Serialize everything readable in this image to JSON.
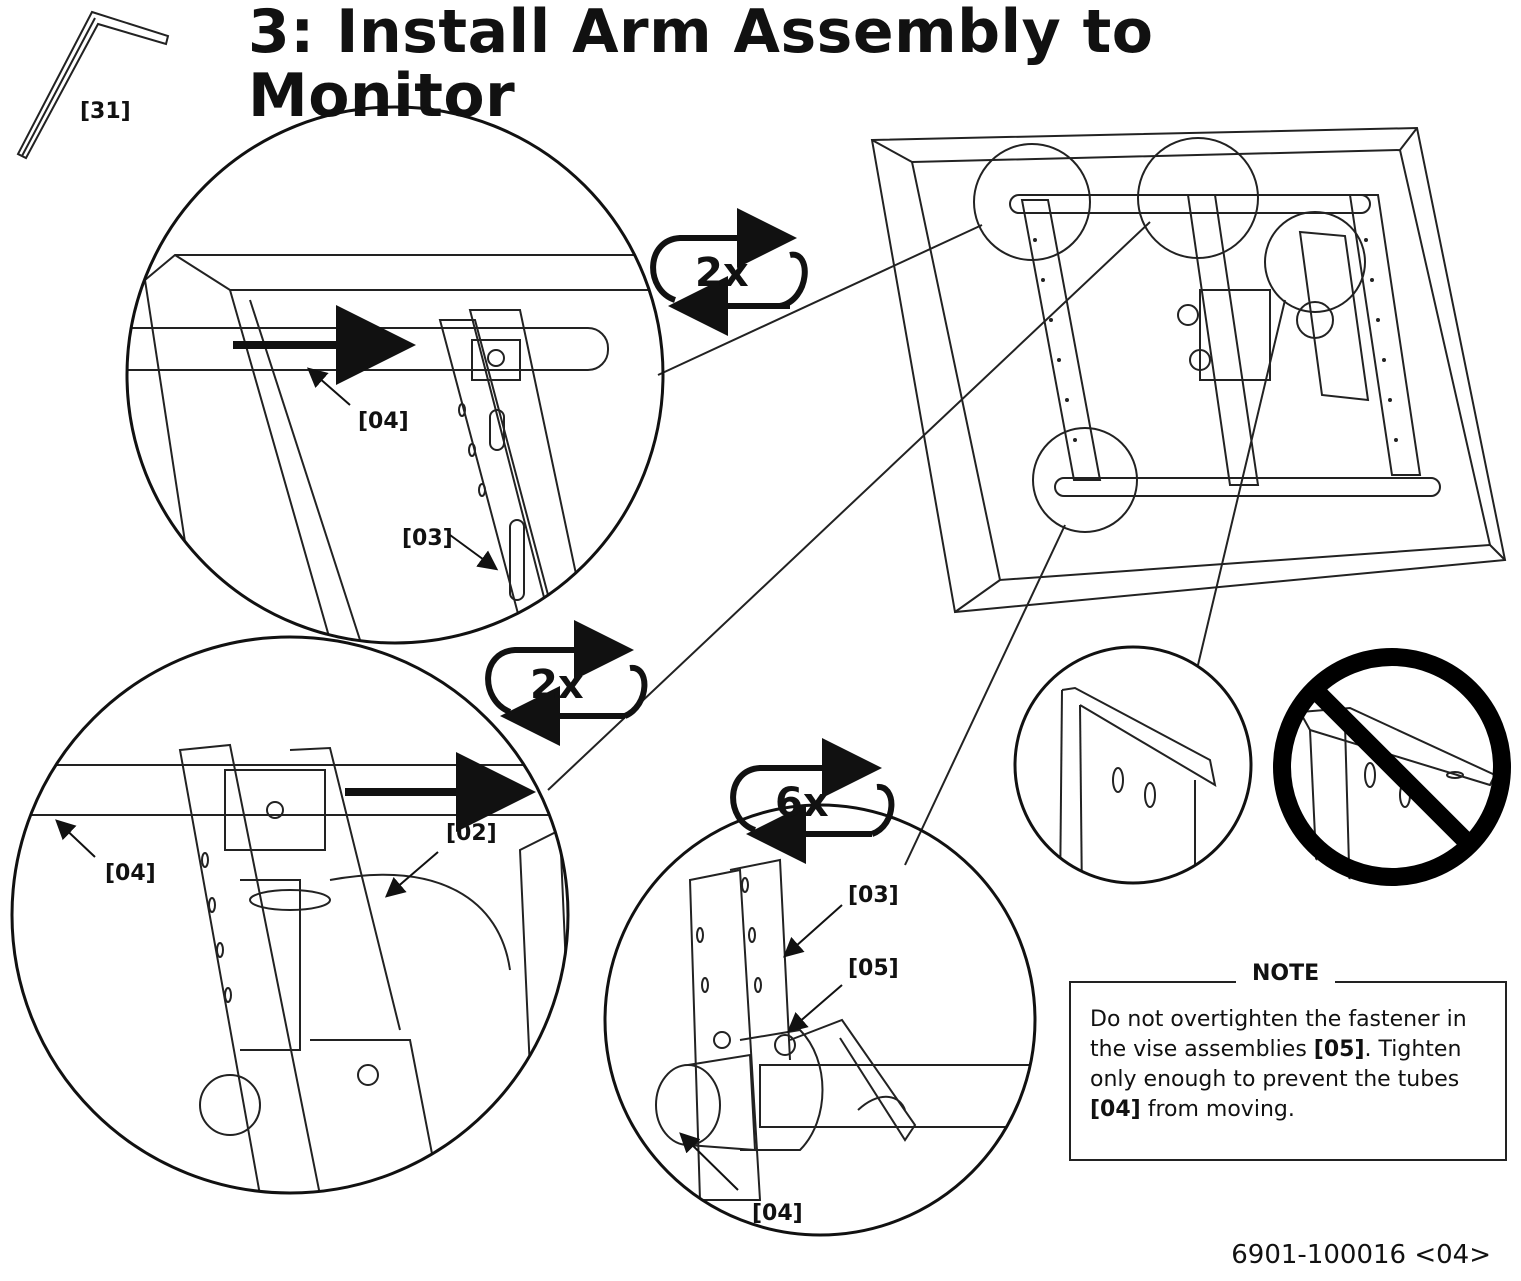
{
  "title": "3: Install Arm Assembly to Monitor",
  "tool_label": "[31]",
  "repeat": {
    "top_left": "2x",
    "mid_left": "2x",
    "bottom": "6x"
  },
  "callouts": {
    "tube_top": "[04]",
    "arm_top": "[03]",
    "tube_mid": "[04]",
    "motor_mid": "[02]",
    "arm_bottom": "[03]",
    "vise_bottom": "[05]",
    "tube_bottom": "[04]"
  },
  "note": {
    "heading": "NOTE",
    "text_1": "Do not overtighten the fastener in the vise assemblies ",
    "ref_1": "[05]",
    "text_2": ".  Tighten only enough to prevent the tubes ",
    "ref_2": "[04]",
    "text_3": " from moving."
  },
  "doc_number": "6901-100016 <04>"
}
